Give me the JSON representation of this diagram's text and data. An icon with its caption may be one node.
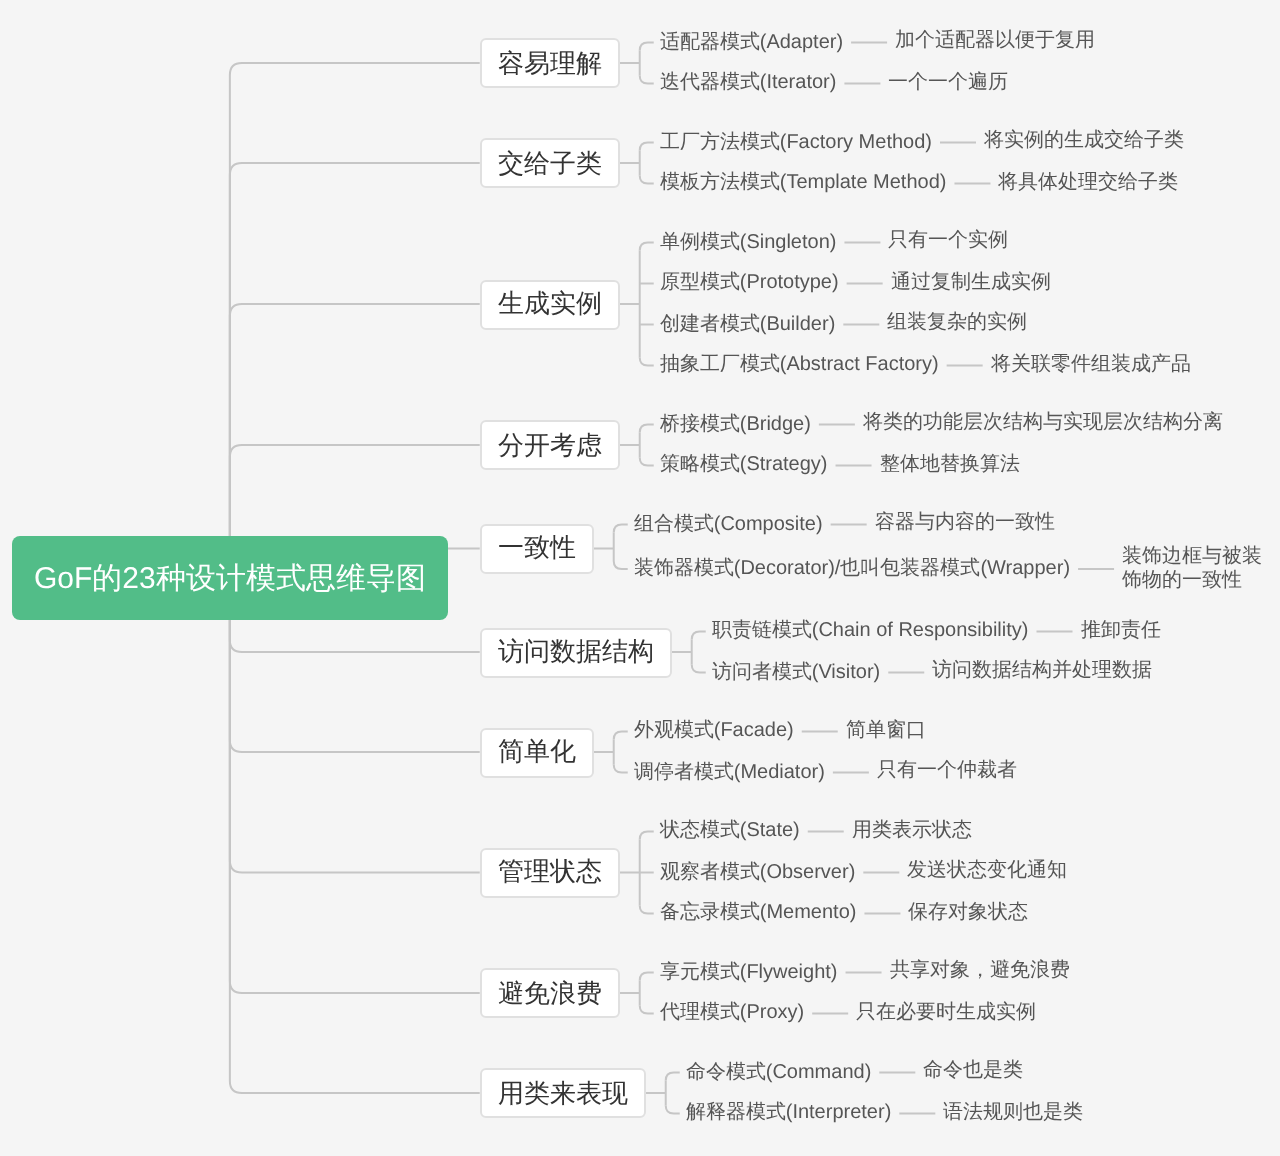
{
  "diagram": {
    "nodes": [
      {
        "text": [
          "GoF的23种设计模式思维导图"
        ]
      },
      {
        "text": [
          "容易理解"
        ]
      },
      {
        "text": [
          "适配器模式(Adapter)"
        ]
      },
      {
        "text": [
          "加个适配器以便于复用"
        ]
      },
      {
        "text": [
          "迭代器模式(Iterator)"
        ]
      },
      {
        "text": [
          "一个一个遍历"
        ]
      },
      {
        "text": [
          "交给子类"
        ]
      },
      {
        "text": [
          "工厂方法模式(Factory Method)"
        ]
      },
      {
        "text": [
          "将实例的生成交给子类"
        ]
      },
      {
        "text": [
          "模板方法模式(Template Method)"
        ]
      },
      {
        "text": [
          "将具体处理交给子类"
        ]
      },
      {
        "text": [
          "生成实例"
        ]
      },
      {
        "text": [
          "单例模式(Singleton)"
        ]
      },
      {
        "text": [
          "只有一个实例"
        ]
      },
      {
        "text": [
          "原型模式(Prototype)"
        ]
      },
      {
        "text": [
          "通过复制生成实例"
        ]
      },
      {
        "text": [
          "创建者模式(Builder)"
        ]
      },
      {
        "text": [
          "组装复杂的实例"
        ]
      },
      {
        "text": [
          "抽象工厂模式(Abstract Factory)"
        ]
      },
      {
        "text": [
          "将关联零件组装成产品"
        ]
      },
      {
        "text": [
          "分开考虑"
        ]
      },
      {
        "text": [
          "桥接模式(Bridge)"
        ]
      },
      {
        "text": [
          "将类的功能层次结构与实现层次结构分离"
        ]
      },
      {
        "text": [
          "策略模式(Strategy)"
        ]
      },
      {
        "text": [
          "整体地替换算法"
        ]
      },
      {
        "text": [
          "一致性"
        ]
      },
      {
        "text": [
          "组合模式(Composite)"
        ]
      },
      {
        "text": [
          "容器与内容的一致性"
        ]
      },
      {
        "text": [
          "装饰器模式(Decorator)/也叫包装器模式(Wrapper)"
        ]
      },
      {
        "text": [
          "装饰边框与被装饰物的一致性"
        ]
      },
      {
        "text": [
          "访问数据结构"
        ]
      },
      {
        "text": [
          "职责链模式(Chain of Responsibility)"
        ]
      },
      {
        "text": [
          "推卸责任"
        ]
      },
      {
        "text": [
          "访问者模式(Visitor)"
        ]
      },
      {
        "text": [
          "访问数据结构并处理数据"
        ]
      },
      {
        "text": [
          "简单化"
        ]
      },
      {
        "text": [
          "外观模式(Facade)"
        ]
      },
      {
        "text": [
          "简单窗口"
        ]
      },
      {
        "text": [
          "调停者模式(Mediator)"
        ]
      },
      {
        "text": [
          "只有一个仲裁者"
        ]
      },
      {
        "text": [
          "管理状态"
        ]
      },
      {
        "text": [
          "状态模式(State)"
        ]
      },
      {
        "text": [
          "用类表示状态"
        ]
      },
      {
        "text": [
          "观察者模式(Observer)"
        ]
      },
      {
        "text": [
          "发送状态变化通知"
        ]
      },
      {
        "text": [
          "备忘录模式(Memento)"
        ]
      },
      {
        "text": [
          "保存对象状态"
        ]
      },
      {
        "text": [
          "避免浪费"
        ]
      },
      {
        "text": [
          "享元模式(Flyweight)"
        ]
      },
      {
        "text": [
          "共享对象，避免浪费"
        ]
      },
      {
        "text": [
          "代理模式(Proxy)"
        ]
      },
      {
        "text": [
          "只在必要时生成实例"
        ]
      },
      {
        "text": [
          "用类来表现"
        ]
      },
      {
        "text": [
          "命令模式(Command)"
        ]
      },
      {
        "text": [
          "命令也是类"
        ]
      },
      {
        "text": [
          "解释器模式(Interpreter)"
        ]
      },
      {
        "text": [
          "语法规则也是类"
        ]
      }
    ],
    "edges": [
      {
        "from": 0,
        "to": 1,
        "arrow": "none"
      },
      {
        "from": 1,
        "to": 2,
        "arrow": "none"
      },
      {
        "from": 2,
        "to": 3,
        "arrow": "none"
      },
      {
        "from": 1,
        "to": 4,
        "arrow": "none"
      },
      {
        "from": 4,
        "to": 5,
        "arrow": "none"
      },
      {
        "from": 0,
        "to": 6,
        "arrow": "none"
      },
      {
        "from": 6,
        "to": 7,
        "arrow": "none"
      },
      {
        "from": 7,
        "to": 8,
        "arrow": "none"
      },
      {
        "from": 6,
        "to": 9,
        "arrow": "none"
      },
      {
        "from": 9,
        "to": 10,
        "arrow": "none"
      },
      {
        "from": 0,
        "to": 11,
        "arrow": "none"
      },
      {
        "from": 11,
        "to": 12,
        "arrow": "none"
      },
      {
        "from": 12,
        "to": 13,
        "arrow": "none"
      },
      {
        "from": 11,
        "to": 14,
        "arrow": "none"
      },
      {
        "from": 14,
        "to": 15,
        "arrow": "none"
      },
      {
        "from": 11,
        "to": 16,
        "arrow": "none"
      },
      {
        "from": 16,
        "to": 17,
        "arrow": "none"
      },
      {
        "from": 11,
        "to": 18,
        "arrow": "none"
      },
      {
        "from": 18,
        "to": 19,
        "arrow": "none"
      },
      {
        "from": 0,
        "to": 20,
        "arrow": "none"
      },
      {
        "from": 20,
        "to": 21,
        "arrow": "none"
      },
      {
        "from": 21,
        "to": 22,
        "arrow": "none"
      },
      {
        "from": 20,
        "to": 23,
        "arrow": "none"
      },
      {
        "from": 23,
        "to": 24,
        "arrow": "none"
      },
      {
        "from": 0,
        "to": 25,
        "arrow": "none"
      },
      {
        "from": 25,
        "to": 26,
        "arrow": "none"
      },
      {
        "from": 26,
        "to": 27,
        "arrow": "none"
      },
      {
        "from": 25,
        "to": 28,
        "arrow": "none"
      },
      {
        "from": 28,
        "to": 29,
        "arrow": "none"
      },
      {
        "from": 0,
        "to": 30,
        "arrow": "none"
      },
      {
        "from": 30,
        "to": 31,
        "arrow": "none"
      },
      {
        "from": 31,
        "to": 32,
        "arrow": "none"
      },
      {
        "from": 30,
        "to": 33,
        "arrow": "none"
      },
      {
        "from": 33,
        "to": 34,
        "arrow": "none"
      },
      {
        "from": 0,
        "to": 35,
        "arrow": "none"
      },
      {
        "from": 35,
        "to": 36,
        "arrow": "none"
      },
      {
        "from": 36,
        "to": 37,
        "arrow": "none"
      },
      {
        "from": 35,
        "to": 38,
        "arrow": "none"
      },
      {
        "from": 38,
        "to": 39,
        "arrow": "none"
      },
      {
        "from": 0,
        "to": 40,
        "arrow": "none"
      },
      {
        "from": 40,
        "to": 41,
        "arrow": "none"
      },
      {
        "from": 41,
        "to": 42,
        "arrow": "none"
      },
      {
        "from": 40,
        "to": 43,
        "arrow": "none"
      },
      {
        "from": 43,
        "to": 44,
        "arrow": "none"
      },
      {
        "from": 40,
        "to": 45,
        "arrow": "none"
      },
      {
        "from": 45,
        "to": 46,
        "arrow": "none"
      },
      {
        "from": 0,
        "to": 47,
        "arrow": "none"
      },
      {
        "from": 47,
        "to": 48,
        "arrow": "none"
      },
      {
        "from": 48,
        "to": 49,
        "arrow": "none"
      },
      {
        "from": 47,
        "to": 50,
        "arrow": "none"
      },
      {
        "from": 50,
        "to": 51,
        "arrow": "none"
      },
      {
        "from": 0,
        "to": 52,
        "arrow": "none"
      },
      {
        "from": 52,
        "to": 53,
        "arrow": "none"
      },
      {
        "from": 53,
        "to": 54,
        "arrow": "none"
      },
      {
        "from": 52,
        "to": 55,
        "arrow": "none"
      },
      {
        "from": 55,
        "to": 56,
        "arrow": "none"
      }
    ]
  }
}
